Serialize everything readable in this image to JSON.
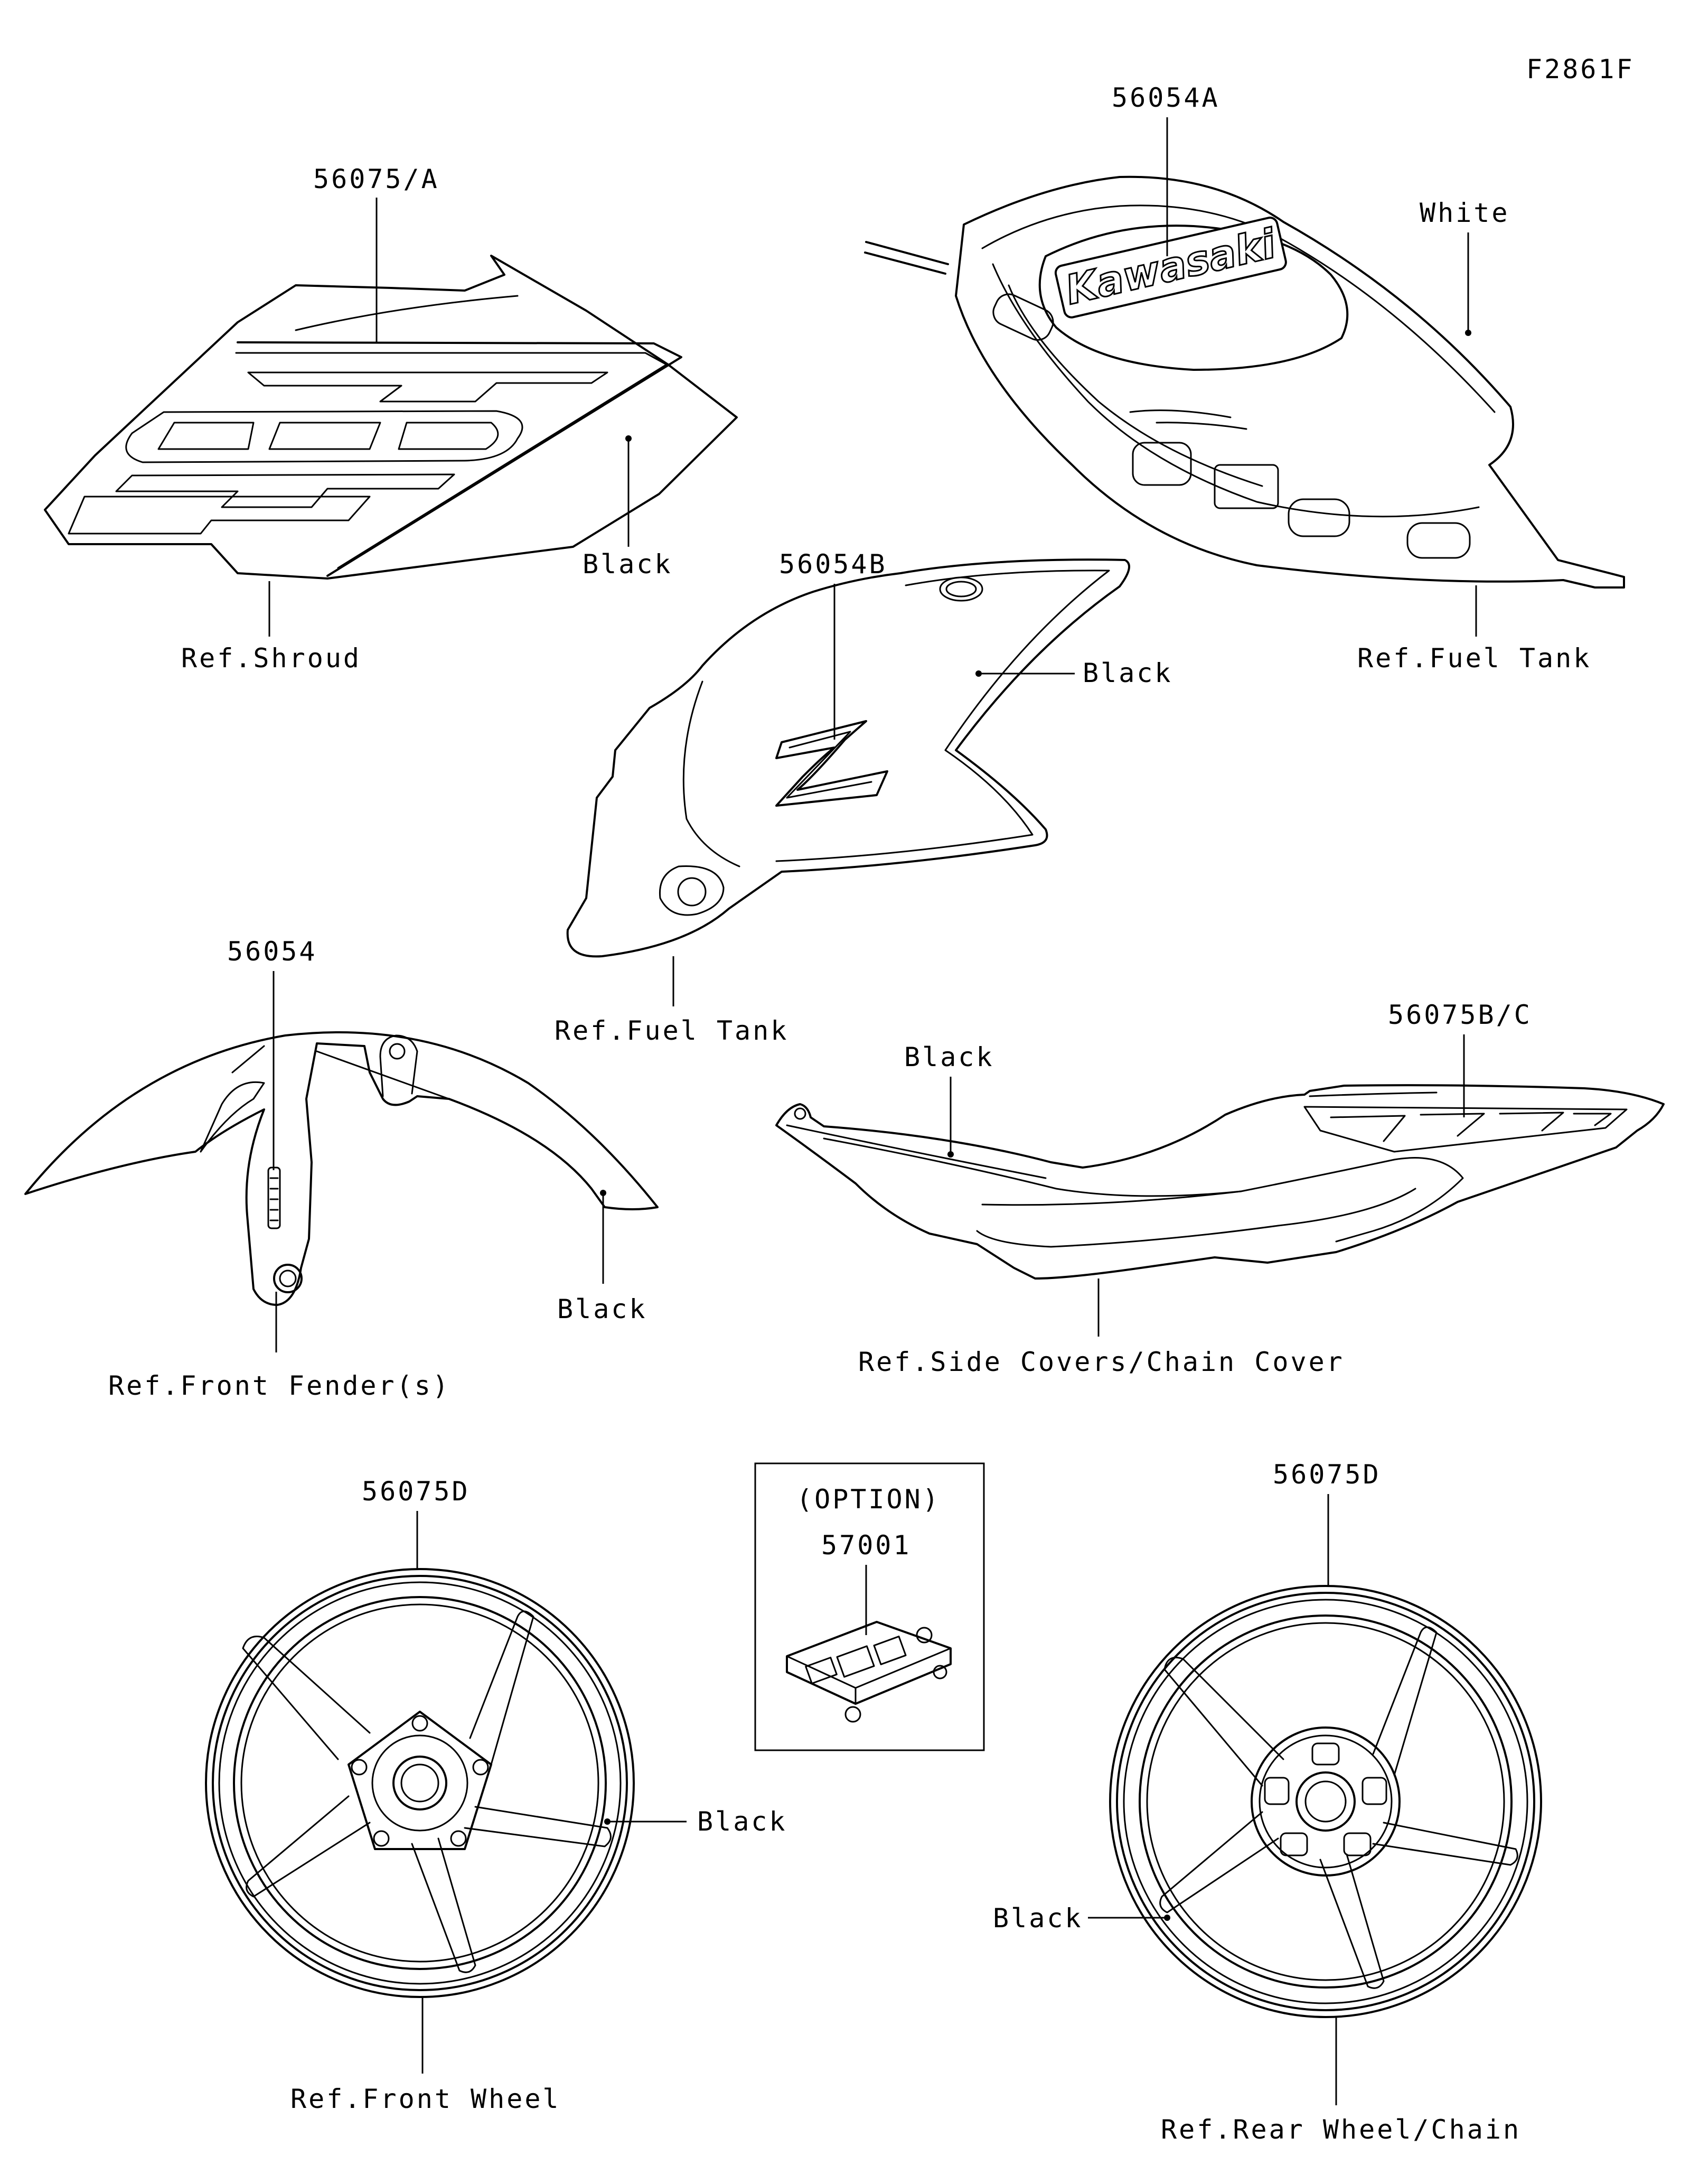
{
  "figure_code": "F2861F",
  "parts": {
    "shroud_decal": {
      "part_no": "56075/A",
      "color": "Black",
      "ref": "Ref.Shroud"
    },
    "tank_decal": {
      "part_no": "56054A",
      "color": "White",
      "ref": "Ref.Fuel Tank",
      "logo_text": "Kawasaki"
    },
    "tank_side_decal": {
      "part_no": "56054B",
      "color": "Black",
      "ref": "Ref.Fuel Tank"
    },
    "fender_decal": {
      "part_no": "56054",
      "color": "Black",
      "ref": "Ref.Front Fender(s)"
    },
    "side_cover_decal": {
      "part_no": "56075B/C",
      "color": "Black",
      "ref": "Ref.Side Covers/Chain Cover"
    },
    "option": {
      "label": "(OPTION)",
      "part_no": "57001"
    },
    "front_wheel_decal": {
      "part_no": "56075D",
      "color": "Black",
      "ref": "Ref.Front Wheel"
    },
    "rear_wheel_decal": {
      "part_no": "56075D",
      "color": "Black",
      "ref": "Ref.Rear Wheel/Chain"
    }
  }
}
